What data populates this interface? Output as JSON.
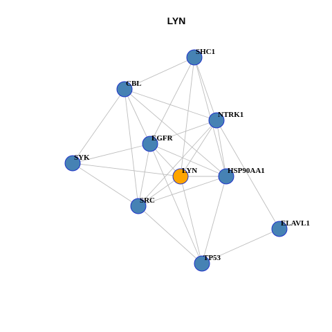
{
  "title": "LYN",
  "colors": {
    "focus_node": "#FFA500",
    "node": "#4682B4",
    "node_border": "#1F33C9",
    "edge": "#BDBDBD"
  },
  "nodes": [
    {
      "id": "SHC1",
      "label": "SHC1",
      "focus": false
    },
    {
      "id": "CBL",
      "label": "CBL",
      "focus": false
    },
    {
      "id": "NTRK1",
      "label": "NTRK1",
      "focus": false
    },
    {
      "id": "EGFR",
      "label": "EGFR",
      "focus": false
    },
    {
      "id": "SYK",
      "label": "SYK",
      "focus": false
    },
    {
      "id": "LYN",
      "label": "LYN",
      "focus": true
    },
    {
      "id": "HSP90AA1",
      "label": "HSP90AA1",
      "focus": false
    },
    {
      "id": "SRC",
      "label": "SRC",
      "focus": false
    },
    {
      "id": "ELAVL1",
      "label": "ELAVL1",
      "focus": false
    },
    {
      "id": "TP53",
      "label": "TP53",
      "focus": false
    }
  ],
  "edges": [
    [
      "SHC1",
      "CBL"
    ],
    [
      "SHC1",
      "NTRK1"
    ],
    [
      "SHC1",
      "EGFR"
    ],
    [
      "SHC1",
      "LYN"
    ],
    [
      "SHC1",
      "HSP90AA1"
    ],
    [
      "CBL",
      "NTRK1"
    ],
    [
      "CBL",
      "EGFR"
    ],
    [
      "CBL",
      "SYK"
    ],
    [
      "CBL",
      "SRC"
    ],
    [
      "CBL",
      "HSP90AA1"
    ],
    [
      "NTRK1",
      "EGFR"
    ],
    [
      "NTRK1",
      "LYN"
    ],
    [
      "NTRK1",
      "HSP90AA1"
    ],
    [
      "NTRK1",
      "SRC"
    ],
    [
      "NTRK1",
      "ELAVL1"
    ],
    [
      "EGFR",
      "SYK"
    ],
    [
      "EGFR",
      "SRC"
    ],
    [
      "EGFR",
      "LYN"
    ],
    [
      "EGFR",
      "HSP90AA1"
    ],
    [
      "EGFR",
      "TP53"
    ],
    [
      "SYK",
      "LYN"
    ],
    [
      "SYK",
      "SRC"
    ],
    [
      "LYN",
      "HSP90AA1"
    ],
    [
      "LYN",
      "SRC"
    ],
    [
      "LYN",
      "TP53"
    ],
    [
      "HSP90AA1",
      "SRC"
    ],
    [
      "HSP90AA1",
      "TP53"
    ],
    [
      "SRC",
      "TP53"
    ],
    [
      "ELAVL1",
      "TP53"
    ]
  ]
}
